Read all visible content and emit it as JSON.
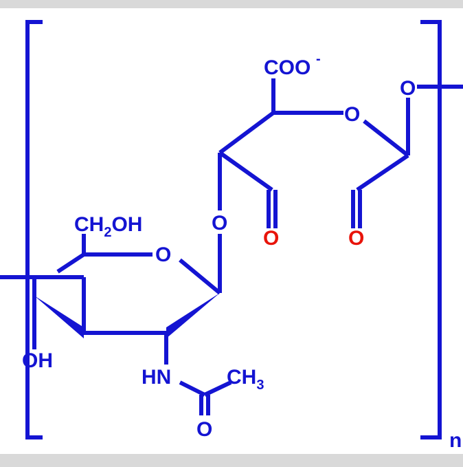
{
  "colors": {
    "background": "#d9d9d9",
    "panel": "#ffffff",
    "bond": "#1414d2",
    "oxygen_red": "#e8140a"
  },
  "labels": {
    "carboxylate": "COO",
    "carboxylate_charge": "-",
    "ring_oxygen_right": "O",
    "linker_oxygen_top": "O",
    "ring_oxygen_top": "O",
    "glycosidic_oxygen": "O",
    "aldehyde_oxygen_left": "O",
    "aldehyde_oxygen_right": "O",
    "ch2oh_prefix": "CH",
    "ch2oh_subscript": "2",
    "ch2oh_suffix": "OH",
    "ring_oxygen_left": "O",
    "hydroxyl": "OH",
    "amide_nh": "HN",
    "methyl_prefix": "CH",
    "methyl_subscript": "3",
    "carbonyl_oxygen": "O",
    "repeat_index": "n"
  }
}
